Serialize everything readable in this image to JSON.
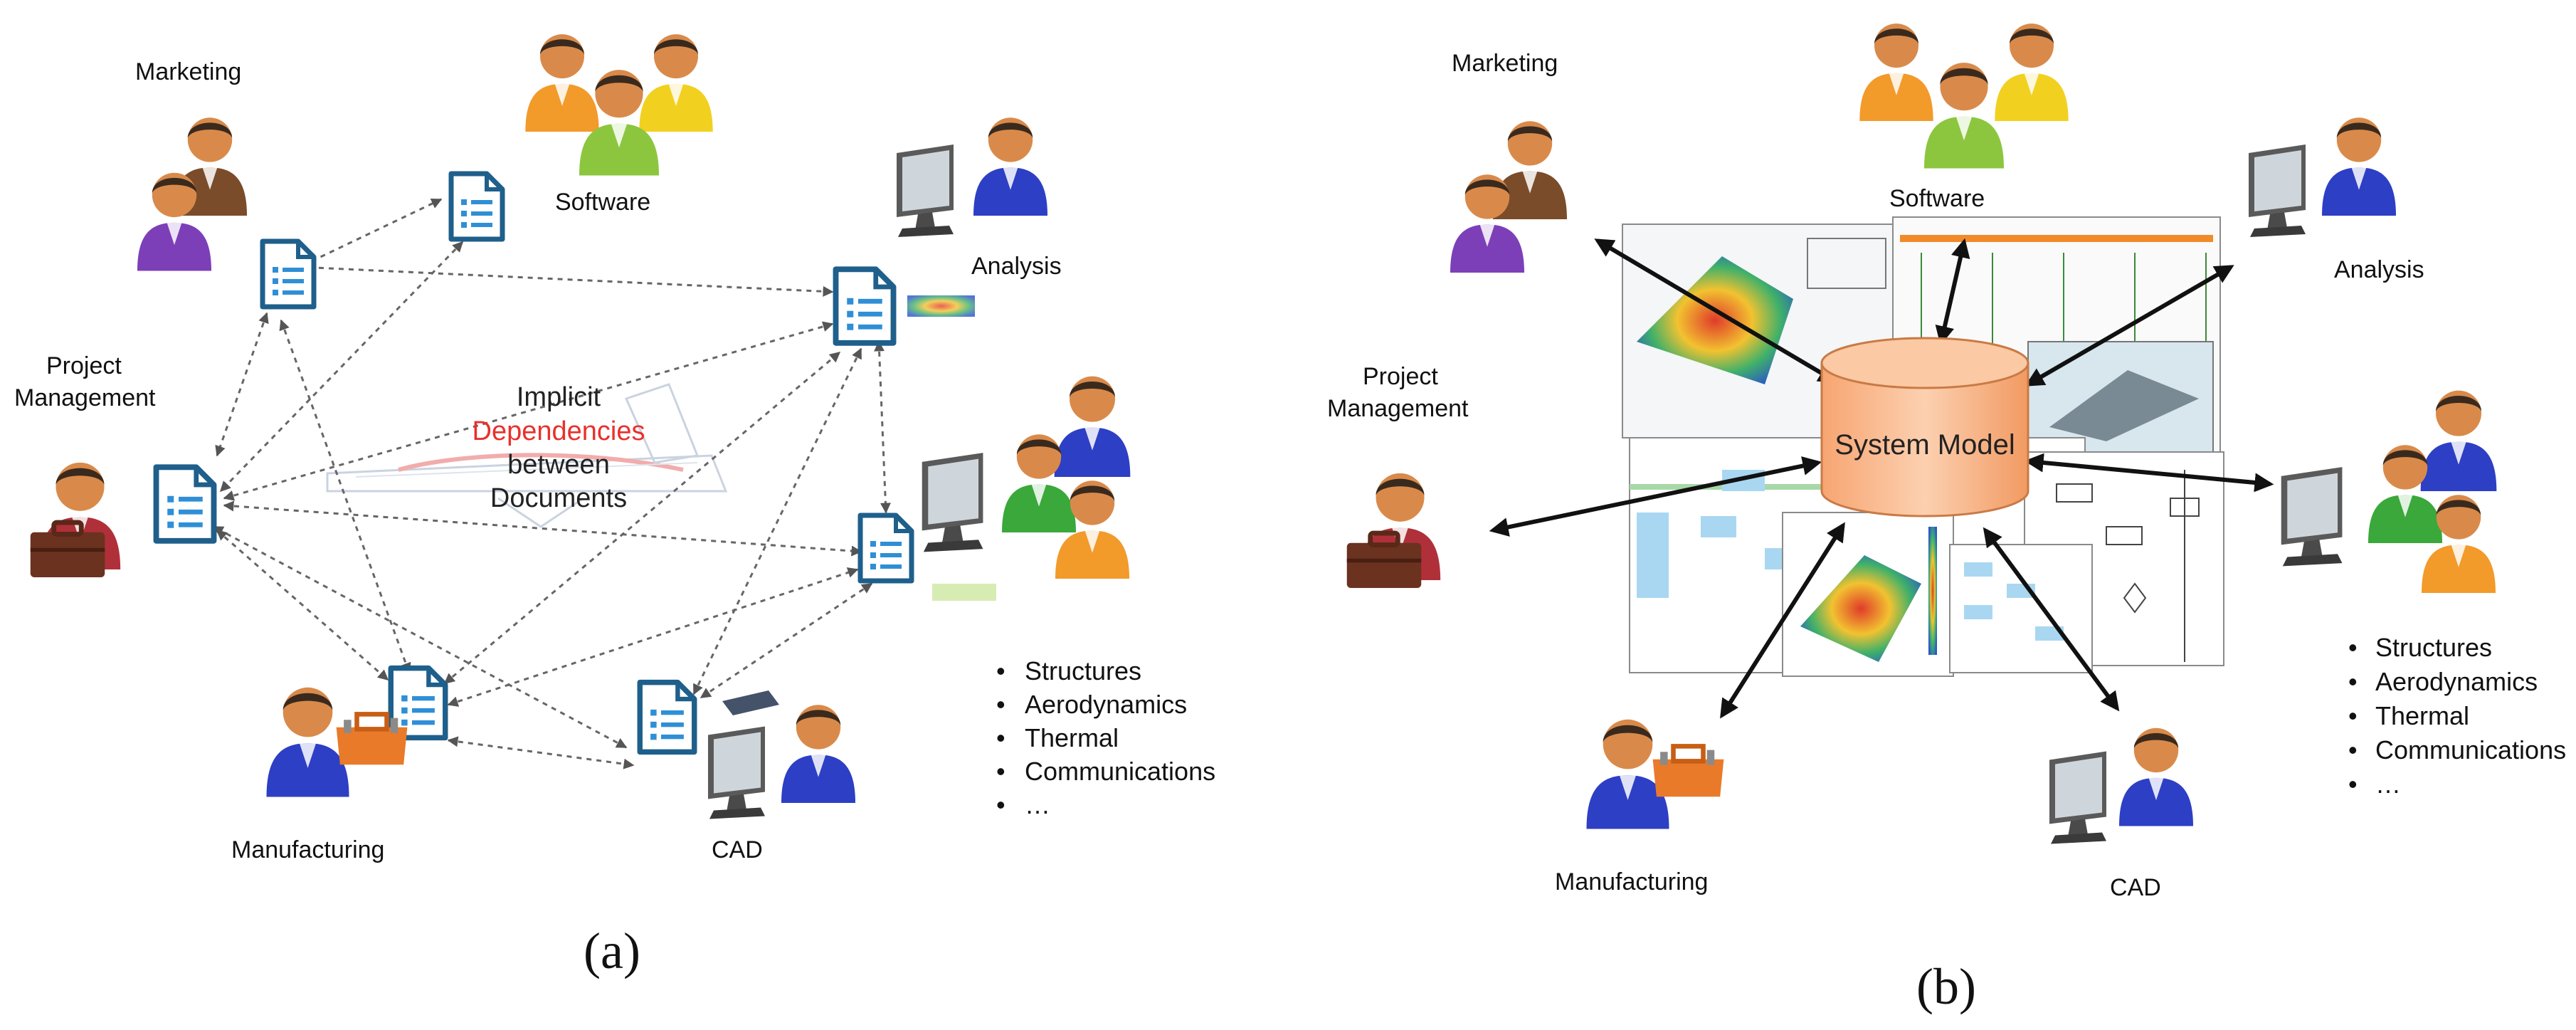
{
  "panel_a": {
    "roles": {
      "marketing": "Marketing",
      "software": "Software",
      "analysis": "Analysis",
      "project_line1": "Project",
      "project_line2": "Management",
      "manufacturing": "Manufacturing",
      "cad": "CAD"
    },
    "center": {
      "line1": "Implicit",
      "line2": "Dependencies",
      "line3": "between",
      "line4": "Documents"
    },
    "bullets": [
      "Structures",
      "Aerodynamics",
      "Thermal",
      "Communications",
      "…"
    ],
    "caption": "(a)"
  },
  "panel_b": {
    "roles": {
      "marketing": "Marketing",
      "software": "Software",
      "analysis": "Analysis",
      "project_line1": "Project",
      "project_line2": "Management",
      "manufacturing": "Manufacturing",
      "cad": "CAD"
    },
    "system_model": "System Model",
    "bullets": [
      "Structures",
      "Aerodynamics",
      "Thermal",
      "Communications",
      "…"
    ],
    "caption": "(b)"
  },
  "colors": {
    "document_blue": "#1f5f8b",
    "accent_red": "#e8312c",
    "cylinder_orange": "#f9b88a",
    "arrow_black": "#111111"
  }
}
